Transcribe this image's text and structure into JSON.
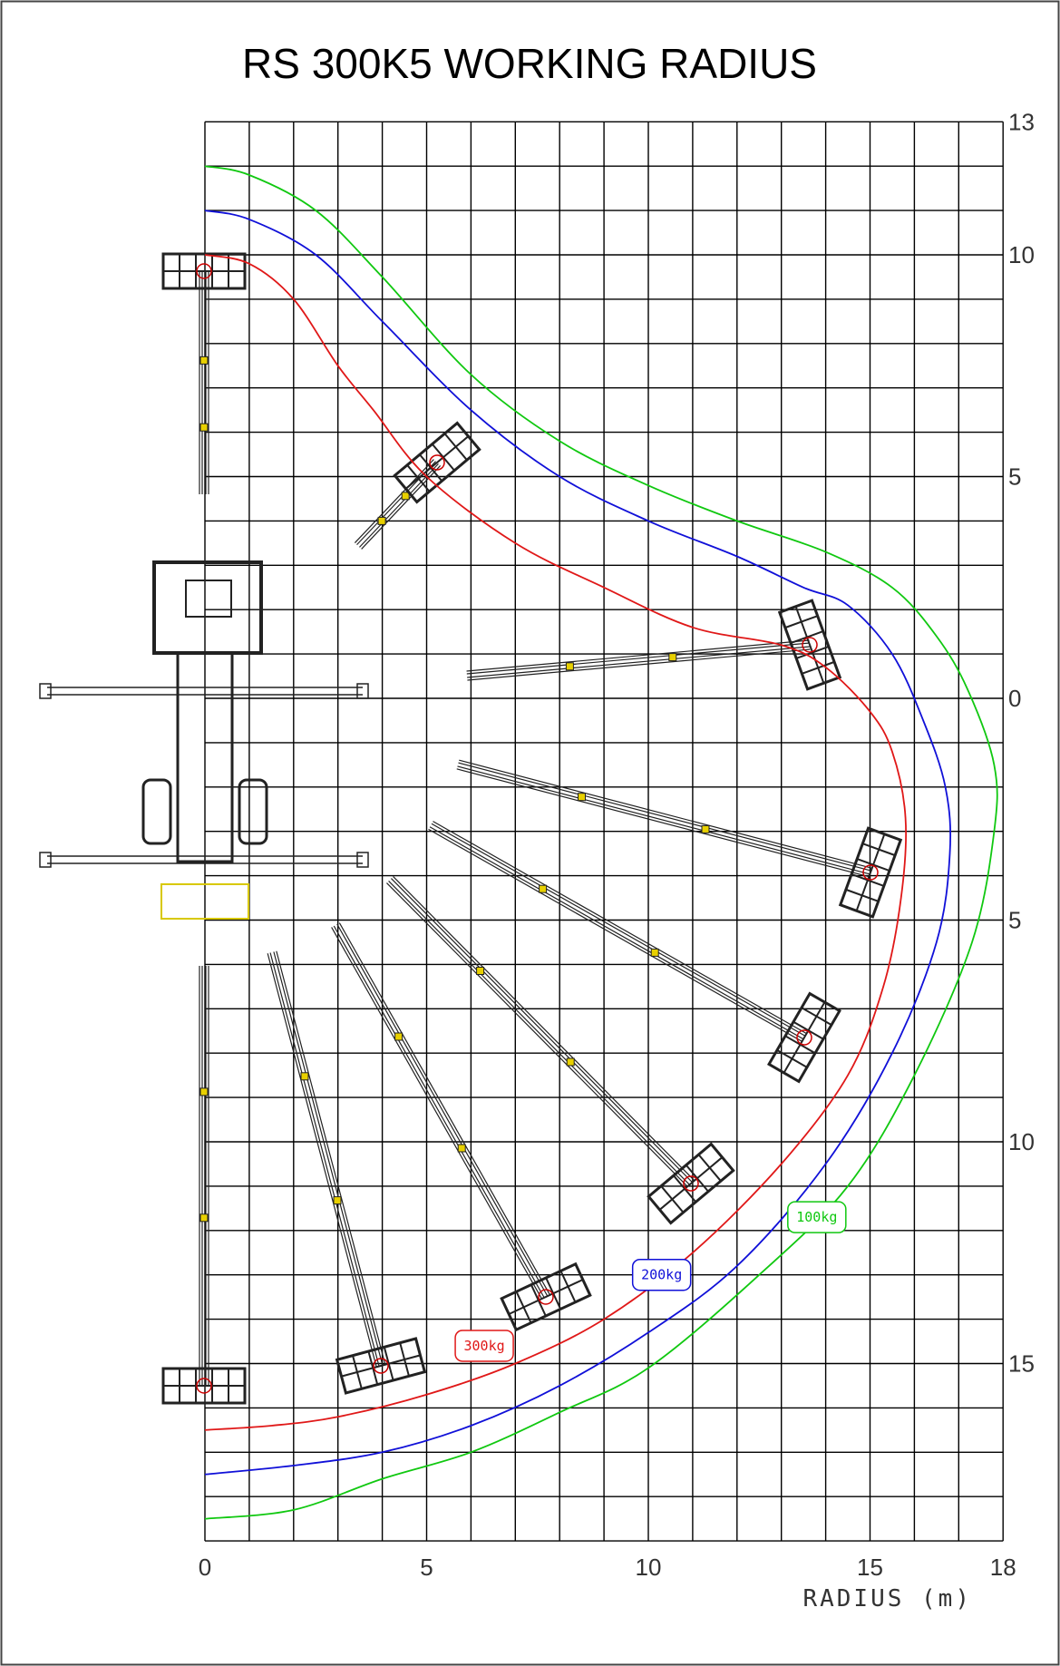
{
  "title": "RS 300K5 WORKING RADIUS",
  "x_axis": {
    "label": "RADIUS (m)",
    "ticks": [
      "0",
      "5",
      "10",
      "15",
      "18"
    ],
    "range": [
      0,
      18
    ]
  },
  "y_axis": {
    "ticks_up": [
      "13",
      "10",
      "5",
      "0"
    ],
    "ticks_down": [
      "5",
      "10",
      "15"
    ],
    "range": [
      -19,
      13
    ]
  },
  "grid": true,
  "colors": {
    "curve_300": "#e01818",
    "curve_200": "#1010d8",
    "curve_100": "#10c810",
    "grid": "#000000",
    "machine": "#222222"
  },
  "chart_data": {
    "type": "line",
    "xlabel": "RADIUS (m)",
    "xlim": [
      0,
      18
    ],
    "ylim": [
      -19,
      13
    ],
    "series": [
      {
        "name": "300kg",
        "color": "#e01818",
        "x": [
          0,
          1,
          2,
          3,
          3.8,
          5,
          7,
          9,
          11,
          13,
          14,
          15,
          15.5,
          15.8,
          15.7,
          15.3,
          14.5,
          13,
          11,
          9,
          7,
          5,
          3,
          1.5,
          0
        ],
        "y": [
          10,
          9.8,
          9,
          7.5,
          6.5,
          5,
          3.5,
          2.5,
          1.6,
          1.2,
          0.7,
          -0.3,
          -1.2,
          -2.7,
          -4.5,
          -6.5,
          -8.5,
          -10.5,
          -12.5,
          -14,
          -15,
          -15.7,
          -16.2,
          -16.4,
          -16.5
        ]
      },
      {
        "name": "200kg",
        "color": "#1010d8",
        "x": [
          0,
          1,
          2.5,
          4,
          6,
          8,
          10,
          12,
          13.5,
          14.5,
          15.5,
          16.2,
          16.7,
          16.8,
          16.5,
          15.5,
          14,
          12,
          10,
          8,
          6,
          4,
          2,
          0
        ],
        "y": [
          11,
          10.8,
          10,
          8.5,
          6.5,
          5,
          4,
          3.2,
          2.5,
          2.1,
          1,
          -0.5,
          -2,
          -3.5,
          -5.5,
          -8,
          -10.5,
          -12.8,
          -14.3,
          -15.5,
          -16.4,
          -17,
          -17.3,
          -17.5
        ]
      },
      {
        "name": "100kg",
        "color": "#10c810",
        "x": [
          0,
          1,
          2.5,
          4,
          6,
          8,
          10,
          12,
          14,
          15.5,
          16.5,
          17.2,
          17.8,
          17.8,
          17.3,
          16,
          14.5,
          12.5,
          10,
          8,
          6,
          4,
          2,
          0
        ],
        "y": [
          12,
          11.8,
          11,
          9.5,
          7.3,
          5.8,
          4.8,
          4,
          3.3,
          2.5,
          1.4,
          0.2,
          -1.5,
          -3,
          -5.5,
          -8.5,
          -11,
          -13,
          -15.1,
          -16.1,
          -17,
          -17.6,
          -18.3,
          -18.5
        ]
      }
    ]
  },
  "curve_labels": [
    "300kg",
    "200kg",
    "100kg"
  ]
}
